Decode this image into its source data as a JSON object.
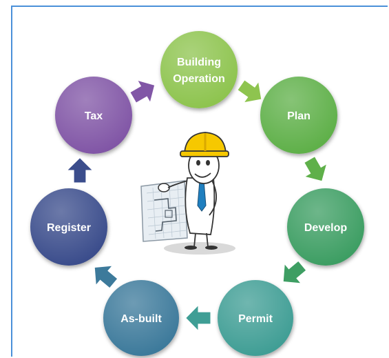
{
  "diagram": {
    "stages": [
      {
        "id": "building-operation",
        "label_lines": [
          "Building",
          "Operation"
        ],
        "color": "#8ec44f"
      },
      {
        "id": "plan",
        "label_lines": [
          "Plan"
        ],
        "color": "#5fb04a"
      },
      {
        "id": "develop",
        "label_lines": [
          "Develop"
        ],
        "color": "#3e9e63"
      },
      {
        "id": "permit",
        "label_lines": [
          "Permit"
        ],
        "color": "#3f9e95"
      },
      {
        "id": "as-built",
        "label_lines": [
          "As-built"
        ],
        "color": "#3d7a9b"
      },
      {
        "id": "register",
        "label_lines": [
          "Register"
        ],
        "color": "#3b4d8c"
      },
      {
        "id": "tax",
        "label_lines": [
          "Tax"
        ],
        "color": "#8156a6"
      }
    ],
    "arrow_colors": {
      "operation_to_plan": "#8ec44f",
      "plan_to_develop": "#5fb04a",
      "develop_to_permit": "#3e9e63",
      "permit_to_asbuilt": "#3f9e95",
      "asbuilt_to_register": "#3d7a9b",
      "register_to_tax": "#3b4d8c",
      "tax_to_operation": "#8156a6"
    },
    "center_illustration": "construction-worker-with-blueprint"
  }
}
